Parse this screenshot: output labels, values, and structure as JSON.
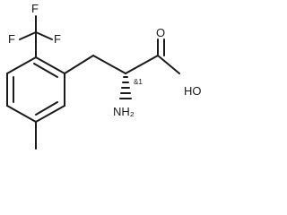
{
  "molecule": {
    "atoms": {
      "f_top": "F",
      "f_left": "F",
      "f_right": "F",
      "oxygen": "O",
      "hydroxyl": "HO",
      "amine": "NH₂",
      "stereo_flag": "&1"
    }
  }
}
